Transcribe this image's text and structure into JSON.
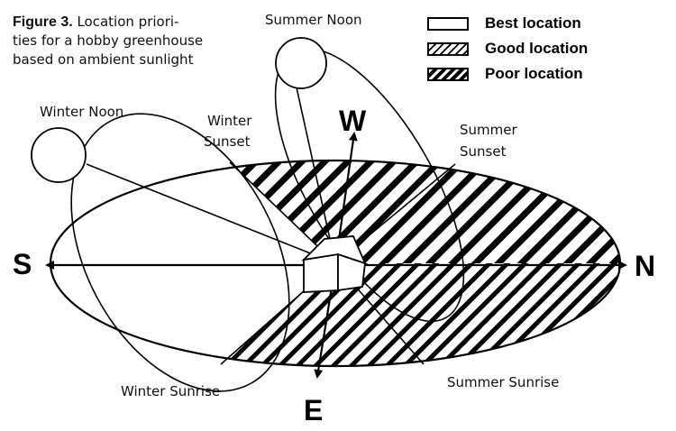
{
  "caption": {
    "label": "Figure 3.",
    "line1": "Location priori-",
    "line2": "ties for a hobby greenhouse",
    "line3": "based on ambient sunlight"
  },
  "legend": [
    {
      "label": "Best location",
      "pattern": "none"
    },
    {
      "label": "Good location",
      "pattern": "hatch-fine"
    },
    {
      "label": "Poor location",
      "pattern": "hatch-bold"
    }
  ],
  "directions": {
    "south": "S",
    "north": "N",
    "west": "W",
    "east": "E"
  },
  "sun_labels": {
    "summer_noon": "Summer Noon",
    "winter_noon": "Winter Noon",
    "winter_sunset_1": "Winter",
    "winter_sunset_2": "Sunset",
    "summer_sunset_1": "Summer",
    "summer_sunset_2": "Sunset",
    "winter_sunrise": "Winter Sunrise",
    "summer_sunrise": "Summer Sunrise"
  },
  "colors": {
    "ink": "#000000",
    "background": "#ffffff"
  }
}
